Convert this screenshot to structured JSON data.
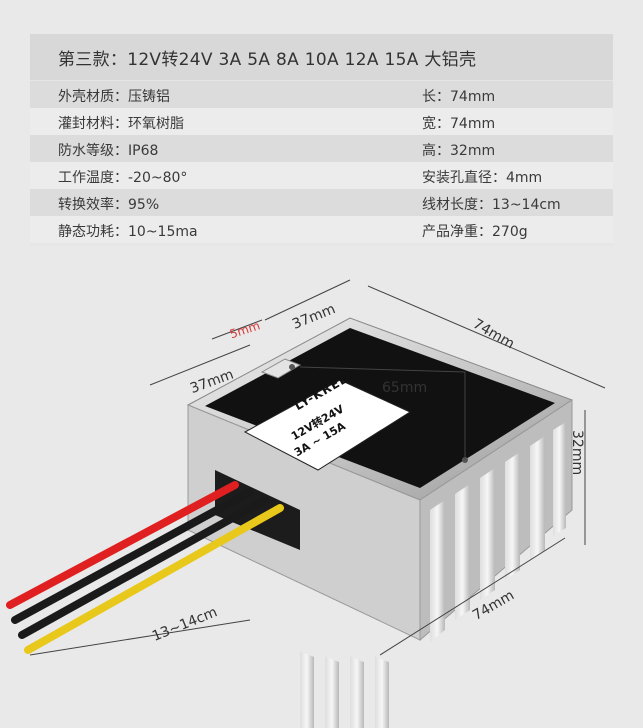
{
  "title": "第三款：12V转24V 3A 5A 8A 10A 12A 15A 大铝壳",
  "specs": [
    {
      "left": "外壳材质：压铸铝",
      "right": "长：74mm"
    },
    {
      "left": "灌封材料：环氧树脂",
      "right": "宽：74mm"
    },
    {
      "left": "防水等级：IP68",
      "right": "高：32mm"
    },
    {
      "left": "工作温度：-20~80°",
      "right": "安装孔直径：4mm"
    },
    {
      "left": "转换效率：95%",
      "right": "线材长度：13~14cm"
    },
    {
      "left": "静态功耗：10~15ma",
      "right": "产品净重：270g"
    }
  ],
  "dimensions": {
    "hole_dia": "5mm",
    "hole_offset_top": "37mm",
    "hole_offset_left": "37mm",
    "top_length": "74mm",
    "hole_spacing": "65mm",
    "height": "32mm",
    "bottom_length": "74mm",
    "wire_length": "13~14cm"
  },
  "product_label": {
    "brand": "LY-KREE",
    "line1": "12V转24V",
    "line2": "3A ~ 15A"
  },
  "colors": {
    "wire_red": "#e02020",
    "wire_black": "#1a1a1a",
    "wire_yellow": "#e8c81a",
    "accent_red": "#d63a3a"
  }
}
